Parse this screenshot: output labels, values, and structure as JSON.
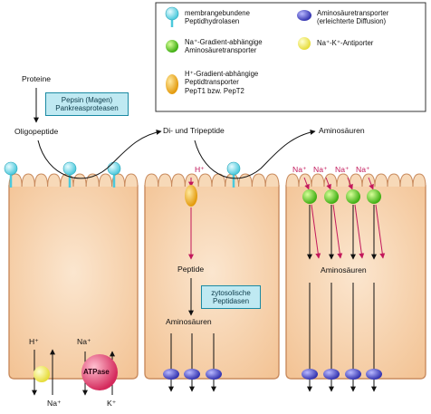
{
  "legend": {
    "items": [
      {
        "line1": "membrangebundene",
        "line2": "Peptidhydrolasen",
        "line3": ""
      },
      {
        "line1": "Na⁺-Gradient-abhängige",
        "line2": "Aminosäuretransporter",
        "line3": ""
      },
      {
        "line1": "H⁺-Gradient-abhängige",
        "line2": "Peptidtransporter",
        "line3": "PepT1 bzw. PepT2"
      },
      {
        "line1": "Aminosäuretransporter",
        "line2": "(erleichterte Diffusion)",
        "line3": ""
      },
      {
        "line1": "Na⁺-K⁺-Antiporter",
        "line2": "",
        "line3": ""
      }
    ]
  },
  "lumen": {
    "proteine": "Proteine",
    "enzyme_box_line1": "Pepsin (Magen)",
    "enzyme_box_line2": "Pankreasproteasen",
    "oligopeptide": "Oligopeptide",
    "di_tripeptide": "Di- und Tripeptide",
    "aminosaeuren": "Aminosäuren"
  },
  "cell1": {
    "h_plus": "H⁺",
    "na_plus_top": "Na⁺",
    "atpase": "ATPase",
    "na_plus_bottom": "Na⁺",
    "k_plus": "K⁺"
  },
  "cell2": {
    "h_plus": "H⁺",
    "peptide": "Peptide",
    "box_line1": "zytosolische",
    "box_line2": "Peptidasen",
    "aminosaeuren": "Aminosäuren"
  },
  "cell3": {
    "na_labels": [
      "Na⁺",
      "Na⁺",
      "Na⁺",
      "Na⁺"
    ],
    "aminosaeuren": "Aminosäuren"
  },
  "colors": {
    "cell_fill": "#f6cfa8",
    "cell_border": "#c98b5e",
    "peptidase": "#8fe3ee",
    "na_transporter": "#7ddc2a",
    "peptide_transporter": "#f3b025",
    "diffusion_transporter": "#5a5ad0",
    "antiporter": "#f4ee72",
    "atpase": "#e8406f",
    "arrow_red": "#c2185b",
    "box_fill": "#bfe9f2"
  }
}
